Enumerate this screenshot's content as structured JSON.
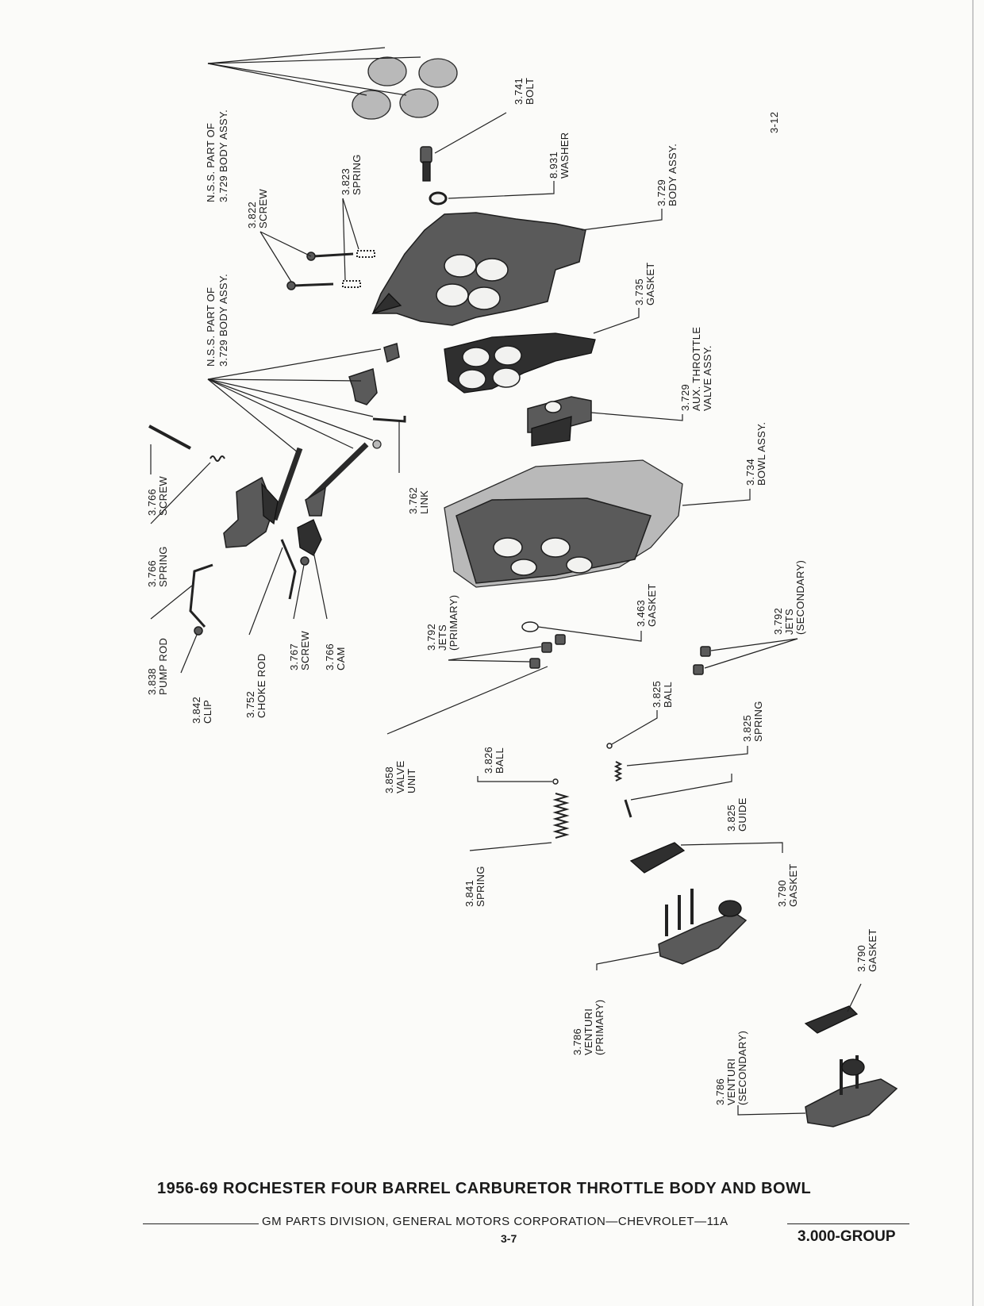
{
  "labels": {
    "nss_top": [
      "N.S.S. PART OF",
      "3.729 BODY ASSY."
    ],
    "nss_mid": [
      "N.S.S. PART OF",
      "3.729 BODY ASSY."
    ],
    "bolt_3741": [
      "3.741",
      "BOLT"
    ],
    "washer_8931": [
      "8.931",
      "WASHER"
    ],
    "page_ref": "3-12",
    "body_3729": [
      "3.729",
      "BODY ASSY."
    ],
    "screw_3822": [
      "3.822",
      "SCREW"
    ],
    "spring_3823": [
      "3.823",
      "SPRING"
    ],
    "gasket_3735": [
      "3.735",
      "GASKET"
    ],
    "aux_3729": [
      "3.729",
      "AUX. THROTTLE",
      "VALVE ASSY."
    ],
    "bowl_3734": [
      "3.734",
      "BOWL ASSY."
    ],
    "link_3762": [
      "3.762",
      "LINK"
    ],
    "screw_3766": [
      "3.766",
      "SCREW"
    ],
    "spring_3766": [
      "3.766",
      "SPRING"
    ],
    "pumprod_3838": [
      "3.838",
      "PUMP ROD"
    ],
    "clip_3842": [
      "3.842",
      "CLIP"
    ],
    "chokerod_3752": [
      "3.752",
      "CHOKE ROD"
    ],
    "screw_3767": [
      "3.767",
      "SCREW"
    ],
    "cam_3766": [
      "3.766",
      "CAM"
    ],
    "jets_primary_3792": [
      "3.792",
      "JETS",
      "(PRIMARY)"
    ],
    "gasket_3463": [
      "3.463",
      "GASKET"
    ],
    "jets_secondary_3792": [
      "3.792",
      "JETS",
      "(SECONDARY)"
    ],
    "ball_3825": [
      "3.825",
      "BALL"
    ],
    "spring_3825": [
      "3.825",
      "SPRING"
    ],
    "valve_3858": [
      "3.858",
      "VALVE",
      "UNIT"
    ],
    "ball_3826": [
      "3.826",
      "BALL"
    ],
    "guide_3825": [
      "3.825",
      "GUIDE"
    ],
    "spring_3841": [
      "3.841",
      "SPRING"
    ],
    "gasket_3790a": [
      "3.790",
      "GASKET"
    ],
    "gasket_3790b": [
      "3.790",
      "GASKET"
    ],
    "venturi_primary_3786": [
      "3.786",
      "VENTURI",
      "(PRIMARY)"
    ],
    "venturi_secondary_3786": [
      "3.786",
      "VENTURI",
      "(SECONDARY)"
    ]
  },
  "footer": {
    "title": "1956-69 ROCHESTER FOUR BARREL CARBURETOR THROTTLE BODY AND BOWL",
    "subtitle": "GM PARTS DIVISION, GENERAL MOTORS CORPORATION—CHEVROLET—11A",
    "page": "3-7",
    "group": "3.000-GROUP"
  }
}
